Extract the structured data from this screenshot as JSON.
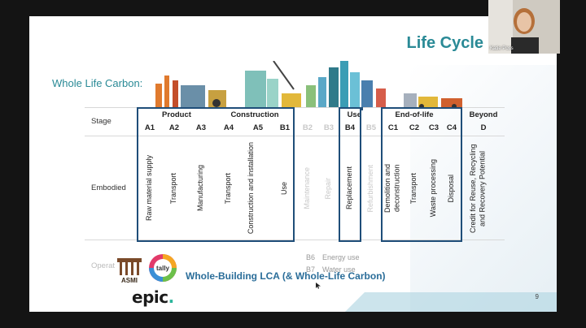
{
  "slide": {
    "title": "Life Cycle",
    "subtitle": "Whole Life Carbon:",
    "footer_title": "Whole-Building LCA (& Whole-Life Carbon)",
    "page_number": "9"
  },
  "table": {
    "stage_label": "Stage",
    "groups": {
      "product": "Product",
      "construction": "Construction",
      "use": "Use",
      "eol": "End-of-life",
      "beyond": "Beyond"
    },
    "codes": [
      "A1",
      "A2",
      "A3",
      "A4",
      "A5",
      "B1",
      "B2",
      "B3",
      "B4",
      "B5",
      "C1",
      "C2",
      "C3",
      "C4",
      "D"
    ],
    "row_embodied": "Embodied",
    "row_operational": "Operat",
    "activities": [
      "Raw material supply",
      "Transport",
      "Manufacturing",
      "Transport",
      "Construction and installation",
      "Use",
      "Maintenance",
      "Repair",
      "Replacement",
      "Refurbishment",
      "Demolition and deconstruction",
      "Transport",
      "Waste processing",
      "Disposal",
      "Credit for Reuse, Recycling and Recovery Potential"
    ],
    "b6": {
      "code": "B6",
      "label": "Energy use"
    },
    "b7": {
      "code": "B7",
      "label": "Water use"
    }
  },
  "logos": {
    "asmi": "ASMI",
    "tally": "tally",
    "epic": "epic."
  },
  "webcam": {
    "name": "Katie Poss"
  },
  "colors": {
    "accent": "#2a8a96",
    "box": "#1f4e79",
    "footer_text": "#2a6d99"
  }
}
